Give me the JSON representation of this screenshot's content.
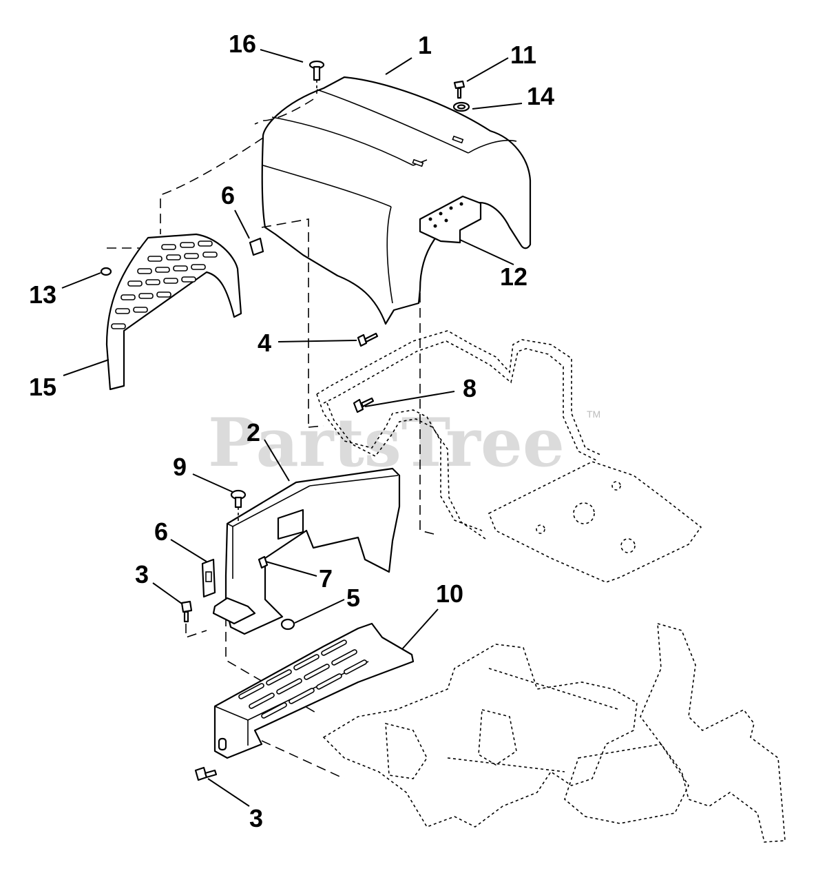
{
  "watermark": {
    "text": "PartsTree",
    "trademark": "TM"
  },
  "callouts": [
    {
      "key": "c1",
      "label": "1"
    },
    {
      "key": "c16",
      "label": "16"
    },
    {
      "key": "c11",
      "label": "11"
    },
    {
      "key": "c14",
      "label": "14"
    },
    {
      "key": "c6a",
      "label": "6"
    },
    {
      "key": "c12",
      "label": "12"
    },
    {
      "key": "c13",
      "label": "13"
    },
    {
      "key": "c15",
      "label": "15"
    },
    {
      "key": "c4",
      "label": "4"
    },
    {
      "key": "c8",
      "label": "8"
    },
    {
      "key": "c2",
      "label": "2"
    },
    {
      "key": "c9",
      "label": "9"
    },
    {
      "key": "c6b",
      "label": "6"
    },
    {
      "key": "c7",
      "label": "7"
    },
    {
      "key": "c3a",
      "label": "3"
    },
    {
      "key": "c5",
      "label": "5"
    },
    {
      "key": "c10",
      "label": "10"
    },
    {
      "key": "c3b",
      "label": "3"
    }
  ]
}
